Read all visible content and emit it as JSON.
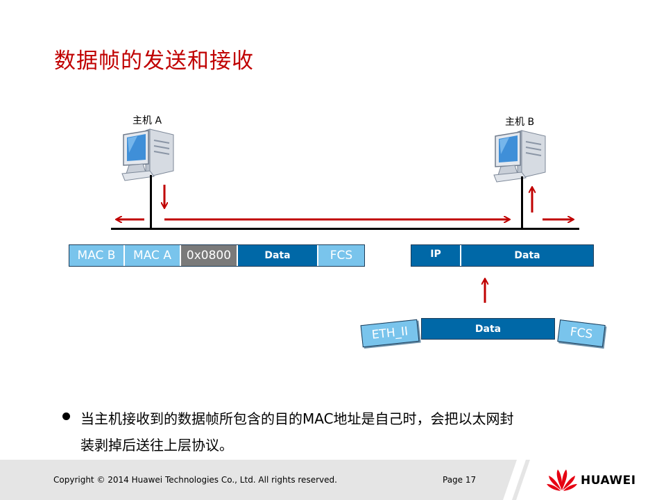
{
  "title": "数据帧的发送和接收",
  "hosts": {
    "a_label": "主机 A",
    "b_label": "主机 B"
  },
  "frame": {
    "fields": [
      "MAC B",
      "MAC A",
      "0x0800",
      "Data",
      "FCS"
    ]
  },
  "packet": {
    "fields": [
      "IP",
      "Data"
    ]
  },
  "decap": {
    "header": "ETH_II",
    "data": "Data",
    "trailer": "FCS"
  },
  "bullet": {
    "line1": "当主机接收到的数据帧所包含的目的MAC地址是自己时，会把以太网封",
    "line2": "装剥掉后送往上层协议。"
  },
  "footer": {
    "copyright": "Copyright © 2014 Huawei Technologies Co., Ltd. All rights reserved.",
    "page": "Page 17",
    "brand": "HUAWEI"
  },
  "colors": {
    "title": "#c00000",
    "arrow": "#c00000",
    "light_field": "#79c4ec",
    "dark_field": "#0068a7",
    "grey_field": "#7a7a7a"
  }
}
